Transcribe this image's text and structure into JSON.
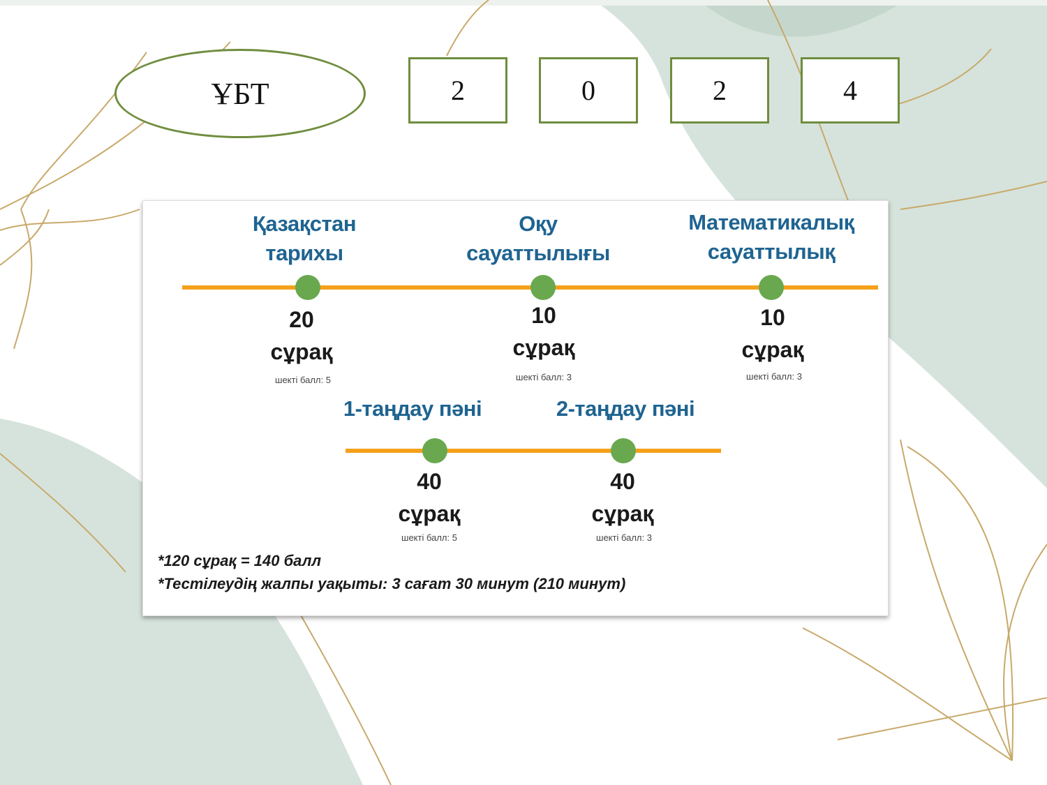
{
  "title": "ҰБТ",
  "year_digits": [
    "2",
    "0",
    "2",
    "4"
  ],
  "colors": {
    "accent_green": "#6f8d3e",
    "heading_blue": "#1f6491",
    "timeline_orange": "#f5a11c",
    "dot_green": "#69a84f"
  },
  "mandatory_subjects": [
    {
      "title_line1": "Қазақстан",
      "title_line2": "тарихы",
      "count": "20",
      "unit": "сұрақ",
      "threshold": "шекті балл: 5"
    },
    {
      "title_line1": "Оқу",
      "title_line2": "сауаттылығы",
      "count": "10",
      "unit": "сұрақ",
      "threshold": "шекті балл: 3"
    },
    {
      "title_line1": "Математикалық",
      "title_line2": "сауаттылық",
      "count": "10",
      "unit": "сұрақ",
      "threshold": "шекті балл: 3"
    }
  ],
  "elective_subjects": [
    {
      "title": "1-таңдау пәні",
      "count": "40",
      "unit": "сұрақ",
      "threshold": "шекті балл: 5"
    },
    {
      "title": "2-таңдау пәні",
      "count": "40",
      "unit": "сұрақ",
      "threshold": "шекті балл: 3"
    }
  ],
  "notes": [
    "*120 сұрақ = 140 балл",
    "*Тестілеудің жалпы уақыты: 3 сағат 30 минут (210 минут)"
  ]
}
